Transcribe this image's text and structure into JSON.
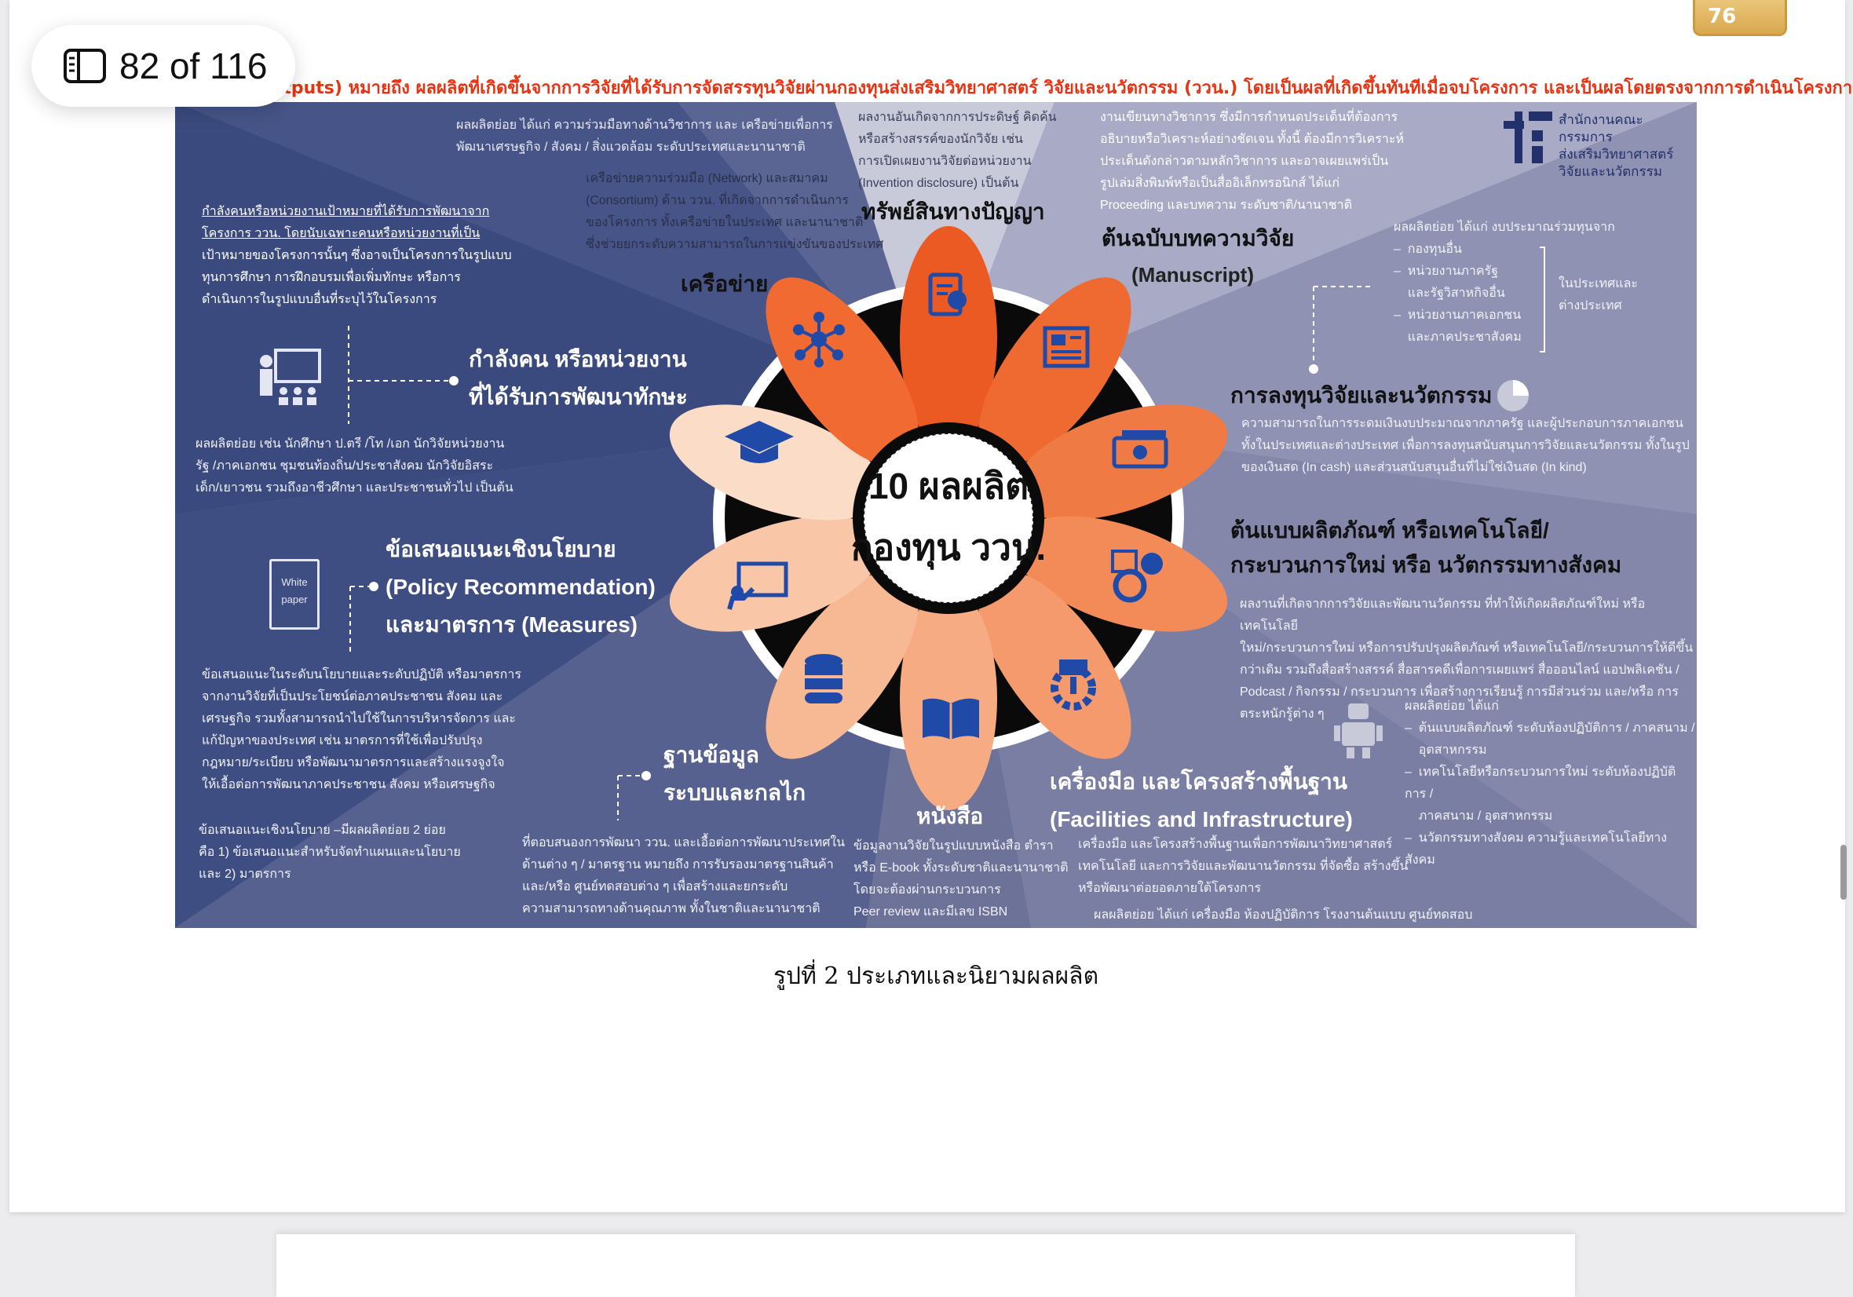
{
  "viewer": {
    "page_indicator": "82 of 116",
    "page_number_tab": "76",
    "sidebar_toggle_icon": "sidebar-icon"
  },
  "document": {
    "header_note": {
      "faded_prefix": "(Outputs)",
      "text": ".tputs) หมายถึง ผลผลิตที่เกิดขึ้นจากการวิจัยที่ได้รับการจัดสรรทุนวิจัยผ่านกองทุนส่งเสริมวิทยาศาสตร์ วิจัยและนวัตกรรม (ววน.) โดยเป็นผลที่เกิดขึ้นทันทีเมื่อจบโครงการ และเป็นผลโดยตรงจากการดำเนินโครงการ"
    },
    "figure_caption": "รูปที่ 2  ประเภทและนิยามผลผลิต"
  },
  "infographic": {
    "center": {
      "line1": "10 ผลผลิต",
      "line2": "กองทุน ววน."
    },
    "logo": {
      "line1": "สำนักงานคณะกรรมการ",
      "line2": "ส่งเสริมวิทยาศาสตร์",
      "line3": "วิจัยและนวัตกรรม"
    },
    "network": {
      "title": "เครือข่าย",
      "desc1": [
        "ผลผลิตย่อย ได้แก่ ความร่วมมือทางด้านวิชาการ และ เครือข่ายเพื่อการ",
        "พัฒนาเศรษฐกิจ / สังคม / สิ่งแวดล้อม ระดับประเทศและนานาชาติ"
      ],
      "desc2": [
        "เครือข่ายความร่วมมือ (Network) และสมาคม",
        "(Consortium) ด้าน ววน. ที่เกิดจากการดำเนินการ",
        "ของโครงการ ทั้งเครือข่ายในประเทศ และนานาชาติ",
        "ซึ่งช่วยยกระดับความสามารถในการแข่งขันของประเทศ"
      ]
    },
    "ip": {
      "title": "ทรัพย์สินทางปัญญา",
      "desc": [
        "ผลงานอันเกิดจากการประดิษฐ์ คิดค้น",
        "หรือสร้างสรรค์ของนักวิจัย เช่น",
        "การเปิดเผยงานวิจัยต่อหน่วยงาน",
        "(Invention disclosure)  เป็นต้น"
      ]
    },
    "manuscript": {
      "title": "ต้นฉบับบทความวิจัย",
      "subtitle": "(Manuscript)",
      "desc": [
        "งานเขียนทางวิชาการ ซึ่งมีการกำหนดประเด็นที่ต้องการ",
        "อธิบายหรือวิเคราะห์อย่างชัดเจน ทั้งนี้ ต้องมีการวิเคราะห์",
        "ประเด็นดังกล่าวตามหลักวิชาการ และอาจเผยแพร่เป็น",
        "รูปเล่มสิ่งพิมพ์หรือเป็นสื่ออิเล็กทรอนิกส์ ได้แก่",
        "Proceeding และบทความ ระดับชาติ/นานาชาติ"
      ]
    },
    "workforce": {
      "title1": "กำลังคน หรือหน่วยงาน",
      "title2": "ที่ได้รับการพัฒนาทักษะ",
      "desc": [
        "กำลังคนหรือหน่วยงานเป้าหมายที่ได้รับการพัฒนาจาก",
        "โครงการ ววน. โดยนับเฉพาะคนหรือหน่วยงานที่เป็น",
        "เป้าหมายของโครงการนั้นๆ ซึ่งอาจเป็นโครงการในรูปแบบ",
        "ทุนการศึกษา การฝึกอบรมเพื่อเพิ่มทักษะ หรือการ",
        "ดำเนินการในรูปแบบอื่นที่ระบุไว้ในโครงการ"
      ],
      "sub": [
        "ผลผลิตย่อย เช่น นักศึกษา ป.ตรี /โท /เอก นักวิจัยหน่วยงาน",
        "รัฐ /ภาคเอกชน  ชุมชนท้องถิ่น/ประชาสังคม นักวิจัยอิสระ",
        "เด็ก/เยาวชน รวมถึงอาชีวศึกษา และประชาชนทั่วไป เป็นต้น"
      ]
    },
    "investment": {
      "title": "การลงทุนวิจัยและนวัตกรรม",
      "funding": [
        "ผลผลิตย่อย ได้แก่ งบประมาณร่วมทุนจาก",
        "กองทุนอื่น",
        "หน่วยงานภาครัฐ",
        "และรัฐวิสาหกิจอื่น",
        "หน่วยงานภาคเอกชน",
        "และภาคประชาสังคม"
      ],
      "scope": [
        "ในประเทศและ",
        "ต่างประเทศ"
      ],
      "desc": [
        "ความสามารถในการระดมเงินงบประมาณจากภาครัฐ และผู้ประกอบการภาคเอกชน",
        "ทั้งในประเทศและต่างประเทศ เพื่อการลงทุนสนับสนุนการวิจัยและนวัตกรรม ทั้งในรูป",
        "ของเงินสด (In cash) และส่วนสนับสนุนอื่นที่ไม่ใช่เงินสด (In kind)"
      ]
    },
    "prototype": {
      "title1": "ต้นแบบผลิตภัณฑ์ หรือเทคโนโลยี/",
      "title2": "กระบวนการใหม่ หรือ นวัตกรรมทางสังคม",
      "desc": [
        "ผลงานที่เกิดจากการวิจัยและพัฒนานวัตกรรม ที่ทำให้เกิดผลิตภัณฑ์ใหม่ หรือเทคโนโลยี",
        "ใหม่/กระบวนการใหม่ หรือการปรับปรุงผลิตภัณฑ์ หรือเทคโนโลยี/กระบวนการให้ดีขึ้น",
        "กว่าเดิม รวมถึงสื่อสร้างสรรค์ สื่อสารคดีเพื่อการเผยแพร่ สื่อออนไลน์ แอปพลิเคชัน /",
        "Podcast / กิจกรรม / กระบวนการ เพื่อสร้างการเรียนรู้ การมีส่วนร่วม และ/หรือ การ",
        "ตระหนักรู้ต่าง ๆ"
      ],
      "sub": [
        "ผลผลิตย่อย ได้แก่",
        "ต้นแบบผลิตภัณฑ์ ระดับห้องปฏิบัติการ / ภาคสนาม /",
        "อุตสาหกรรม",
        "เทคโนโลยีหรือกระบวนการใหม่ ระดับห้องปฏิบัติการ /",
        "ภาคสนาม / อุตสาหกรรม",
        "นวัตกรรมทางสังคม ความรู้และเทคโนโลยีทางสังคม"
      ]
    },
    "policy": {
      "title1": "ข้อเสนอแนะเชิงนโยบาย",
      "title2": "(Policy Recommendation)",
      "title3": "และมาตรการ (Measures)",
      "paper1": "White",
      "paper2": "paper",
      "desc": [
        "ข้อเสนอแนะในระดับนโยบายและระดับปฏิบัติ หรือมาตรการ",
        "จากงานวิจัยที่เป็นประโยชน์ต่อภาคประชาชน สังคม และ",
        "เศรษฐกิจ รวมทั้งสามารถนำไปใช้ในการบริหารจัดการ และ",
        "แก้ปัญหาของประเทศ เช่น มาตรการที่ใช้เพื่อปรับปรุง",
        "กฎหมาย/ระเบียบ หรือพัฒนามาตรการและสร้างแรงจูงใจ",
        "ให้เอื้อต่อการพัฒนาภาคประชาชน สังคม หรือเศรษฐกิจ"
      ],
      "sub": [
        "ข้อเสนอแนะเชิงนโยบาย –มีผลผลิตย่อย 2 ย่อย",
        "คือ 1) ข้อเสนอแนะสำหรับจัดทำแผนและนโยบาย",
        "และ 2) มาตรการ"
      ]
    },
    "database": {
      "title1": "ฐานข้อมูล",
      "title2": "ระบบและกลไก",
      "desc": [
        "ที่ตอบสนองการพัฒนา ววน. และเอื้อต่อการพัฒนาประเทศใน",
        "ด้านต่าง ๆ / มาตรฐาน หมายถึง การรับรองมาตรฐานสินค้า",
        "และ/หรือ ศูนย์ทดสอบต่าง ๆ เพื่อสร้างและยกระดับ",
        "ความสามารถทางด้านคุณภาพ ทั้งในชาติและนานาชาติ"
      ]
    },
    "book": {
      "title": "หนังสือ",
      "desc": [
        "ข้อมูลงานวิจัยในรูปแบบหนังสือ ตำรา",
        "หรือ E-book ทั้งระดับชาติและนานาชาติ",
        "โดยจะต้องผ่านกระบวนการ",
        "Peer review และมีเลข ISBN"
      ]
    },
    "facilities": {
      "title1": "เครื่องมือ และโครงสร้างพื้นฐาน",
      "title2": "(Facilities and Infrastructure)",
      "desc": [
        "เครื่องมือ และโครงสร้างพื้นฐานเพื่อการพัฒนาวิทยาศาสตร์",
        "เทคโนโลยี และการวิจัยและพัฒนานวัตกรรม ที่จัดซื้อ สร้างขึ้น",
        "หรือพัฒนาต่อยอดภายใต้โครงการ"
      ],
      "sub": "ผลผลิตย่อย ได้แก่ เครื่องมือ ห้องปฏิบัติการ โรงงานต้นแบบ ศูนย์ทดสอบ"
    },
    "colors": {
      "navy": "#3b4a7e",
      "lavender": "#7f82a6",
      "pale": "#c9cad9",
      "orange_dark": "#ea5a22",
      "orange_mid": "#f2925f",
      "peach": "#f8c9a8",
      "icon_blue": "#1f4aa8"
    },
    "icons": [
      "network-icon",
      "certificate-icon",
      "newspaper-icon",
      "graduation-cap-icon",
      "money-icon",
      "presentation-icon",
      "innovation-icon",
      "database-icon",
      "book-icon",
      "factory-gear-icon",
      "teacher-board-icon",
      "white-paper-icon",
      "pie-chart-icon",
      "robot-icon",
      "logo-icon"
    ]
  }
}
